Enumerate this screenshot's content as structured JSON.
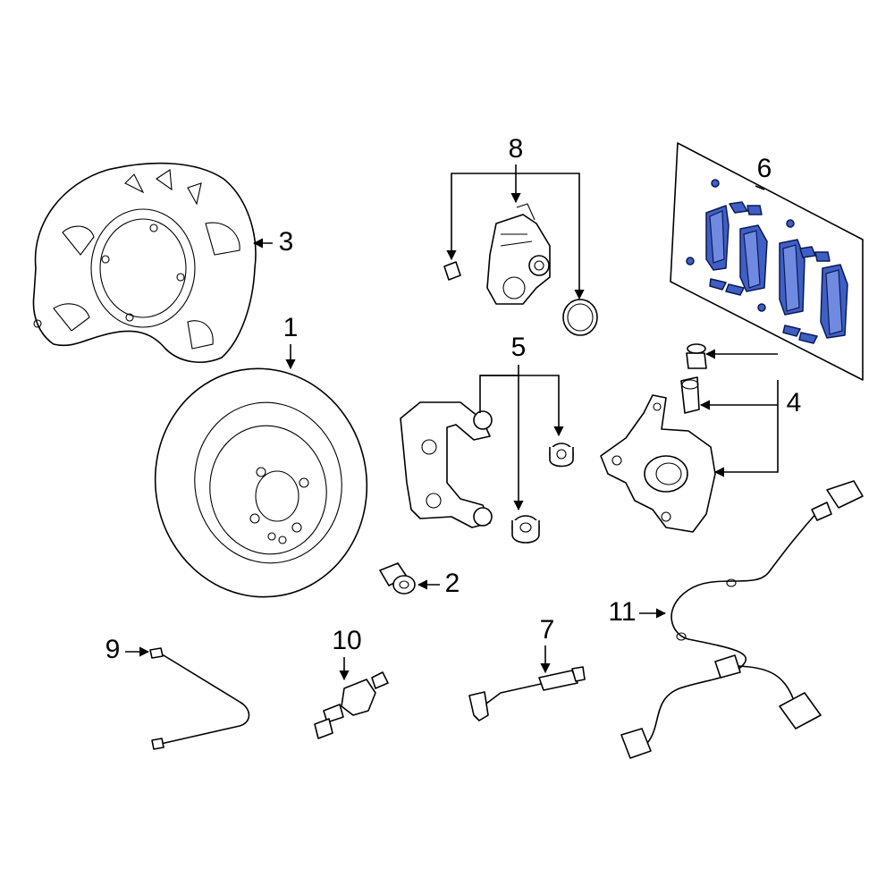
{
  "diagram": {
    "callouts": [
      {
        "id": "1",
        "label": "1"
      },
      {
        "id": "2",
        "label": "2"
      },
      {
        "id": "3",
        "label": "3"
      },
      {
        "id": "4",
        "label": "4"
      },
      {
        "id": "5",
        "label": "5"
      },
      {
        "id": "6",
        "label": "6"
      },
      {
        "id": "7",
        "label": "7"
      },
      {
        "id": "8",
        "label": "8"
      },
      {
        "id": "9",
        "label": "9"
      },
      {
        "id": "10",
        "label": "10"
      },
      {
        "id": "11",
        "label": "11"
      }
    ],
    "colors": {
      "line": "#000000",
      "pad_fill": "#3f5fc4",
      "pad_stroke": "#0a1a55",
      "background": "#ffffff"
    }
  }
}
